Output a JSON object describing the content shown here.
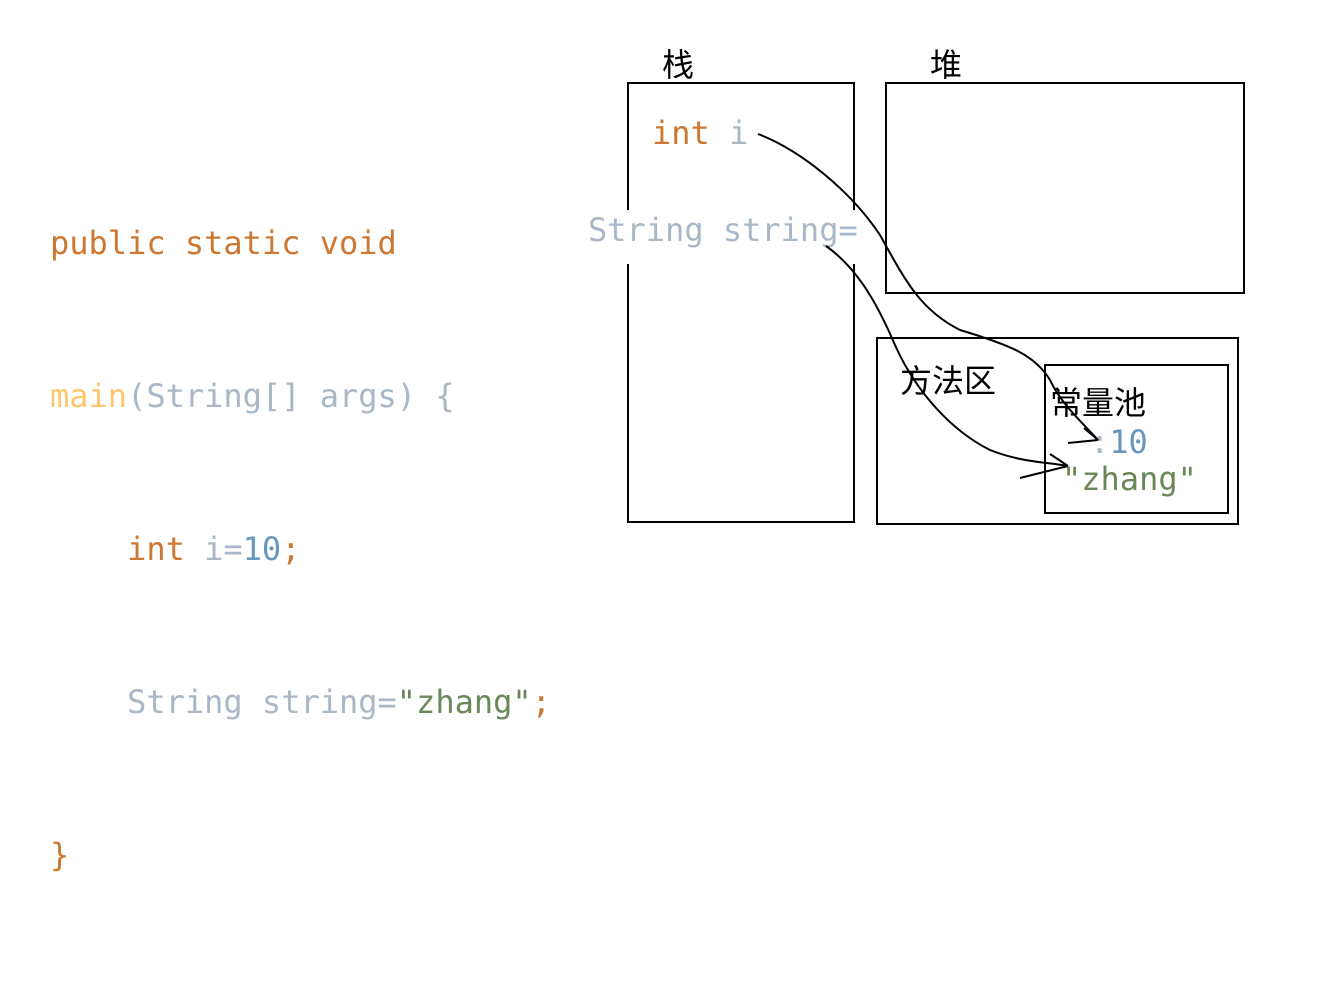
{
  "colors": {
    "keyword": "#cc7832",
    "method": "#ffc66d",
    "plain": "#a9b7c6",
    "number": "#6897bb",
    "string": "#6a8759",
    "border": "#000000"
  },
  "code": {
    "line1": "public static void",
    "line2_method": "main",
    "line2_rest": "(String[] args) {",
    "line3_keyword": "int",
    "line3_var": " i=",
    "line3_num": "10",
    "line3_semi": ";",
    "line4_type": "String string=",
    "line4_str": "\"zhang\"",
    "line4_semi": ";",
    "line5": "}"
  },
  "diagram": {
    "stack_label": "栈",
    "heap_label": "堆",
    "method_area_label": "方法区",
    "constant_pool_label": "常量池",
    "stack_int_keyword": "int",
    "stack_int_var": "i",
    "stack_string_var": "String string=",
    "pool_int_prefix": ":",
    "pool_int_value": "10",
    "pool_string_value": "\"zhang\""
  }
}
